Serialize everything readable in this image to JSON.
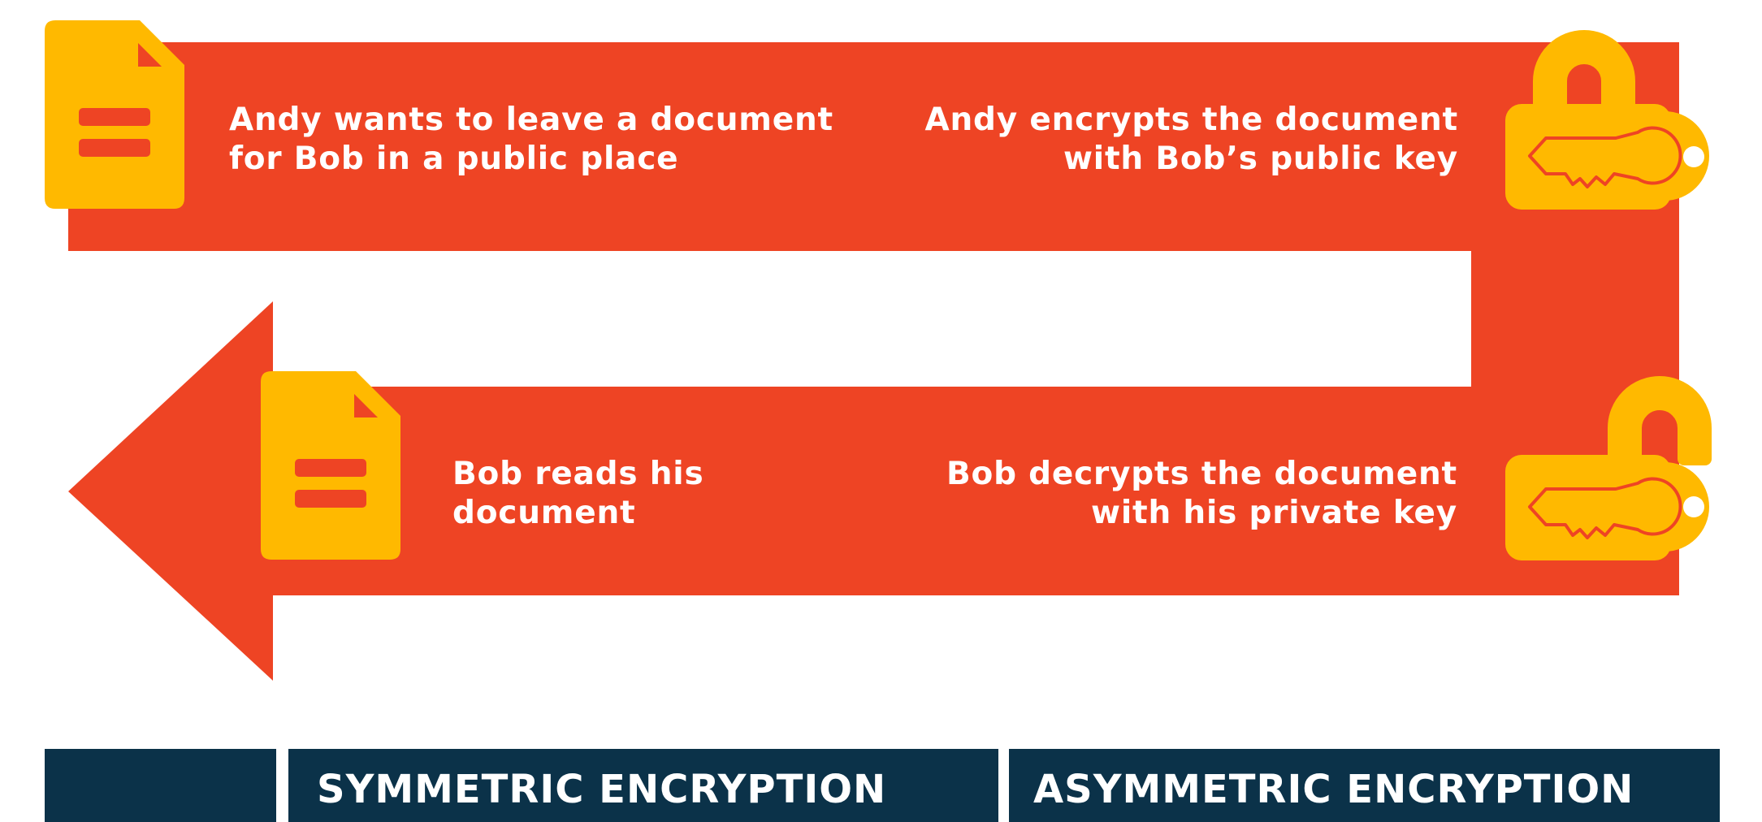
{
  "colors": {
    "arrow": "#ee4424",
    "icon": "#ffb900",
    "header_bg": "#0b3249",
    "text": "#ffffff"
  },
  "steps": [
    {
      "id": "step-1",
      "icon": "document-icon",
      "lines": [
        "Andy wants to leave a document",
        "for Bob in a public place"
      ]
    },
    {
      "id": "step-2",
      "icon": "locked-padlock-key-icon",
      "lines": [
        "Andy encrypts the document",
        "with Bob’s public key"
      ]
    },
    {
      "id": "step-3",
      "icon": "unlocked-padlock-key-icon",
      "lines": [
        "Bob decrypts the document",
        "with his private key"
      ]
    },
    {
      "id": "step-4",
      "icon": "document-icon",
      "lines": [
        "Bob reads his",
        "document"
      ]
    }
  ],
  "table": {
    "headers": [
      "",
      "SYMMETRIC ENCRYPTION",
      "ASYMMETRIC ENCRYPTION"
    ]
  }
}
